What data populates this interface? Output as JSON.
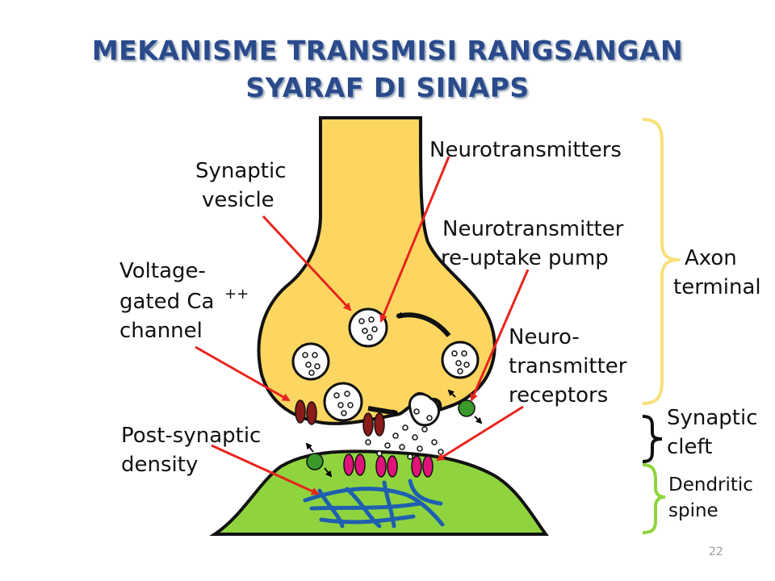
{
  "title": {
    "line1": "MEKANISME TRANSMISI RANGSANGAN",
    "line2": "SYARAF DI SINAPS"
  },
  "labels": {
    "synaptic_vesicle": [
      "Synaptic",
      "vesicle"
    ],
    "neurotransmitters": "Neurotransmitters",
    "reuptake_pump": [
      "Neurotransmitter",
      "re-uptake pump"
    ],
    "ca_channel": [
      "Voltage-",
      "gated Ca",
      "++",
      "channel"
    ],
    "receptors": [
      "Neuro-",
      "transmitter",
      "receptors"
    ],
    "post_synaptic_density": [
      "Post-synaptic",
      "density"
    ],
    "axon_terminal": [
      "Axon",
      "terminal"
    ],
    "synaptic_cleft": [
      "Synaptic",
      "cleft"
    ],
    "dendritic_spine": [
      "Dendritic",
      "spine"
    ]
  },
  "colors": {
    "title": "#2a4a8b",
    "axon": "#fdd661",
    "dendrite": "#8fd43f",
    "arrow": "#e8251d",
    "brace_axon": "#f7e07a",
    "brace_dendrite": "#8fd43f",
    "ca_channel": "#8b1a1a",
    "receptor": "#e0137a",
    "pump": "#3a9a2a",
    "filament": "#1f5fb0"
  },
  "page_number": "22"
}
